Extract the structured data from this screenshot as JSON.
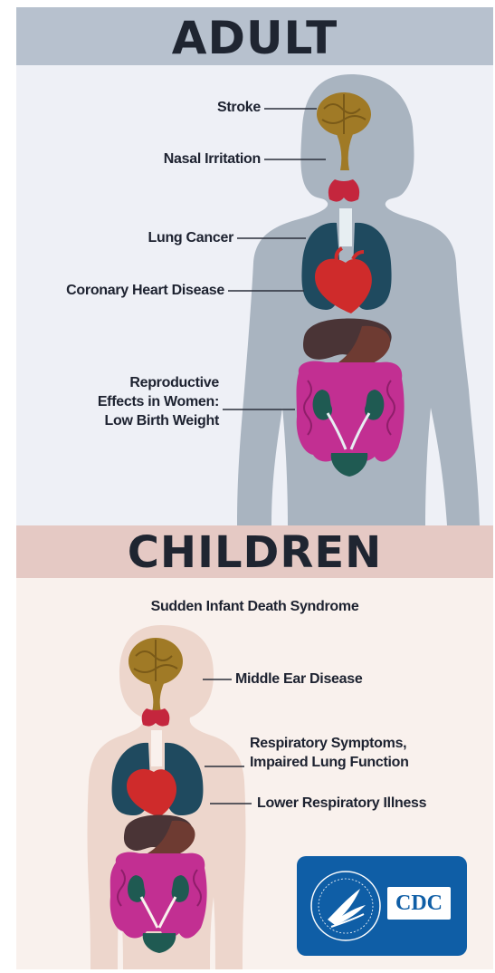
{
  "adult": {
    "title": "ADULT",
    "labels": {
      "stroke": "Stroke",
      "nasal": "Nasal Irritation",
      "lung_cancer": "Lung Cancer",
      "coronary": "Coronary Heart Disease",
      "reproductive": "Reproductive\nEffects in Women:\nLow Birth Weight"
    }
  },
  "children": {
    "title": "CHILDREN",
    "labels": {
      "sids": "Sudden Infant Death Syndrome",
      "middle_ear": "Middle Ear Disease",
      "respiratory": "Respiratory Symptoms,\nImpaired Lung Function",
      "lower_respiratory": "Lower Respiratory Illness"
    }
  },
  "logo": {
    "text": "CDC"
  },
  "colors": {
    "adult_band": "#b7c1ce",
    "children_band": "#e5c9c4",
    "silhouette_adult": "#a9b4c0",
    "silhouette_child": "#edd6cc",
    "brain": "#a07a26",
    "thyroid": "#c4263d",
    "lungs": "#1f4a5f",
    "heart": "#cf2b2b",
    "liver": "#4a3436",
    "intestines": "#c22f92",
    "kidneys": "#1f5a52",
    "cdc_blue": "#0f5ea6"
  }
}
